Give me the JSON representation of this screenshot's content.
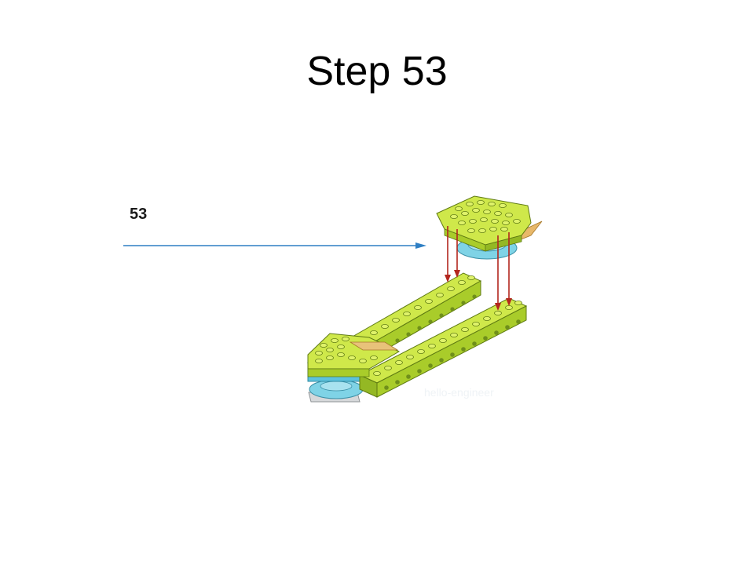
{
  "slide": {
    "title": "Step 53",
    "step_label": "53",
    "watermark": "hello-engineer",
    "colors": {
      "lime_top": "#cfe84a",
      "lime_side": "#a9cc2a",
      "lime_dark": "#86a81c",
      "stud": "#dff26a",
      "azure": "#7fd3e6",
      "azure_dark": "#4fb5cf",
      "tan": "#e8b86a",
      "arrow_red": "#b3261e",
      "pointer_blue": "#2f7fc4",
      "gray": "#cfd2d4"
    },
    "icons": [
      "arrow-right-icon",
      "arrow-down-icon"
    ]
  }
}
